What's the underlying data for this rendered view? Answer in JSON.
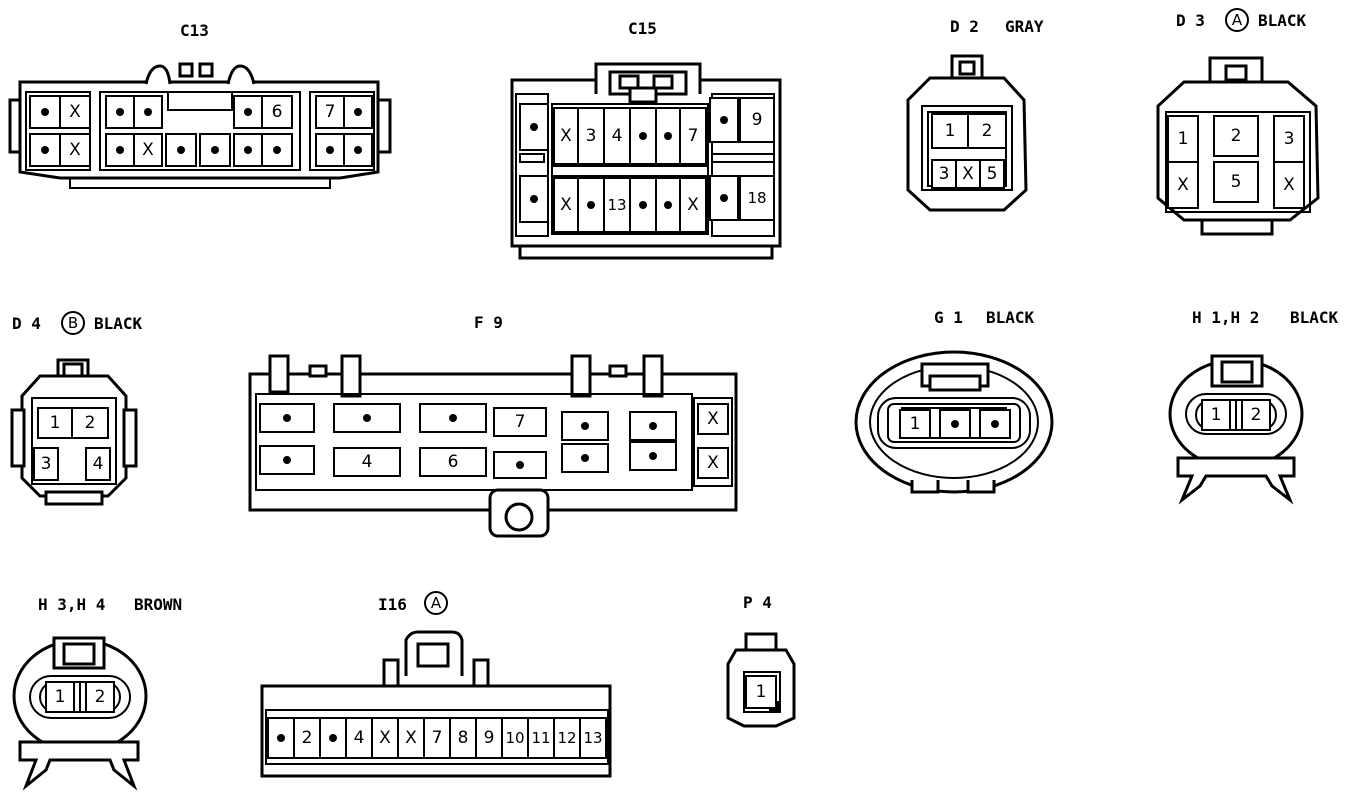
{
  "connectors": {
    "c13": {
      "name": "C13",
      "pins": [
        "•",
        "X",
        "•",
        "•",
        "•",
        "6",
        "7",
        "•",
        "•",
        "X",
        "•",
        "X",
        "•",
        "•",
        "•",
        "•",
        "•",
        "•"
      ]
    },
    "c15": {
      "name": "C15",
      "pins": [
        "•",
        "X",
        "3",
        "4",
        "•",
        "•",
        "7",
        "•",
        "9",
        "•",
        "X",
        "•",
        "13",
        "•",
        "•",
        "X",
        "•",
        "18"
      ]
    },
    "d2": {
      "name": "D 2",
      "color": "GRAY",
      "pins": [
        "1",
        "2",
        "3",
        "X",
        "5"
      ]
    },
    "d3": {
      "name": "D 3",
      "variant": "A",
      "color": "BLACK",
      "pins": [
        "1",
        "2",
        "3",
        "X",
        "5",
        "X"
      ]
    },
    "d4": {
      "name": "D 4",
      "variant": "B",
      "color": "BLACK",
      "pins": [
        "1",
        "2",
        "3",
        "4"
      ]
    },
    "f9": {
      "name": "F 9",
      "pins": [
        "•",
        "•",
        "•",
        "4",
        "•",
        "6",
        "7",
        "•",
        "•",
        "•",
        "•",
        "•",
        "X",
        "X"
      ]
    },
    "g1": {
      "name": "G 1",
      "color": "BLACK",
      "pins": [
        "1",
        "•",
        "•"
      ]
    },
    "h1h2": {
      "name": "H 1,H 2",
      "color": "BLACK",
      "pins": [
        "1",
        "2"
      ]
    },
    "h3h4": {
      "name": "H 3,H 4",
      "color": "BROWN",
      "pins": [
        "1",
        "2"
      ]
    },
    "i16": {
      "name": "I16",
      "variant": "A",
      "pins": [
        "•",
        "2",
        "•",
        "4",
        "X",
        "X",
        "7",
        "8",
        "9",
        "10",
        "11",
        "12",
        "13"
      ]
    },
    "p4": {
      "name": "P 4",
      "pins": [
        "1"
      ]
    }
  }
}
